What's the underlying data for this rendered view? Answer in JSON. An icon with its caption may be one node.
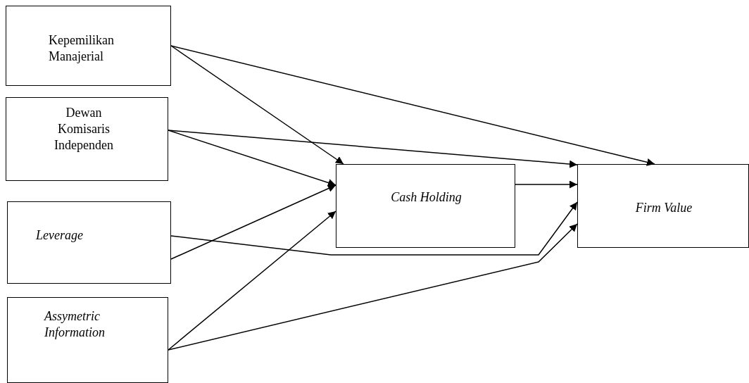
{
  "diagram": {
    "nodes": [
      {
        "text": [
          "Kepemilikan Manajerial"
        ]
      },
      {
        "text": [
          "Dewan Komisaris Independen"
        ]
      },
      {
        "text": [
          "Leverage"
        ]
      },
      {
        "text": [
          "Assymetric Information"
        ]
      },
      {
        "text": [
          "Cash Holding"
        ]
      },
      {
        "text": [
          "Firm Value"
        ]
      }
    ],
    "edges": [
      {
        "from": 0,
        "to": 4,
        "arrow": "to"
      },
      {
        "from": 0,
        "to": 5,
        "arrow": "to"
      },
      {
        "from": 1,
        "to": 4,
        "arrow": "to"
      },
      {
        "from": 1,
        "to": 5,
        "arrow": "to"
      },
      {
        "from": 2,
        "to": 5,
        "arrow": "to"
      },
      {
        "from": 2,
        "to": 4,
        "arrow": "to"
      },
      {
        "from": 3,
        "to": 4,
        "arrow": "to"
      },
      {
        "from": 3,
        "to": 5,
        "arrow": "to"
      },
      {
        "from": 4,
        "to": 5,
        "arrow": "to"
      }
    ]
  }
}
